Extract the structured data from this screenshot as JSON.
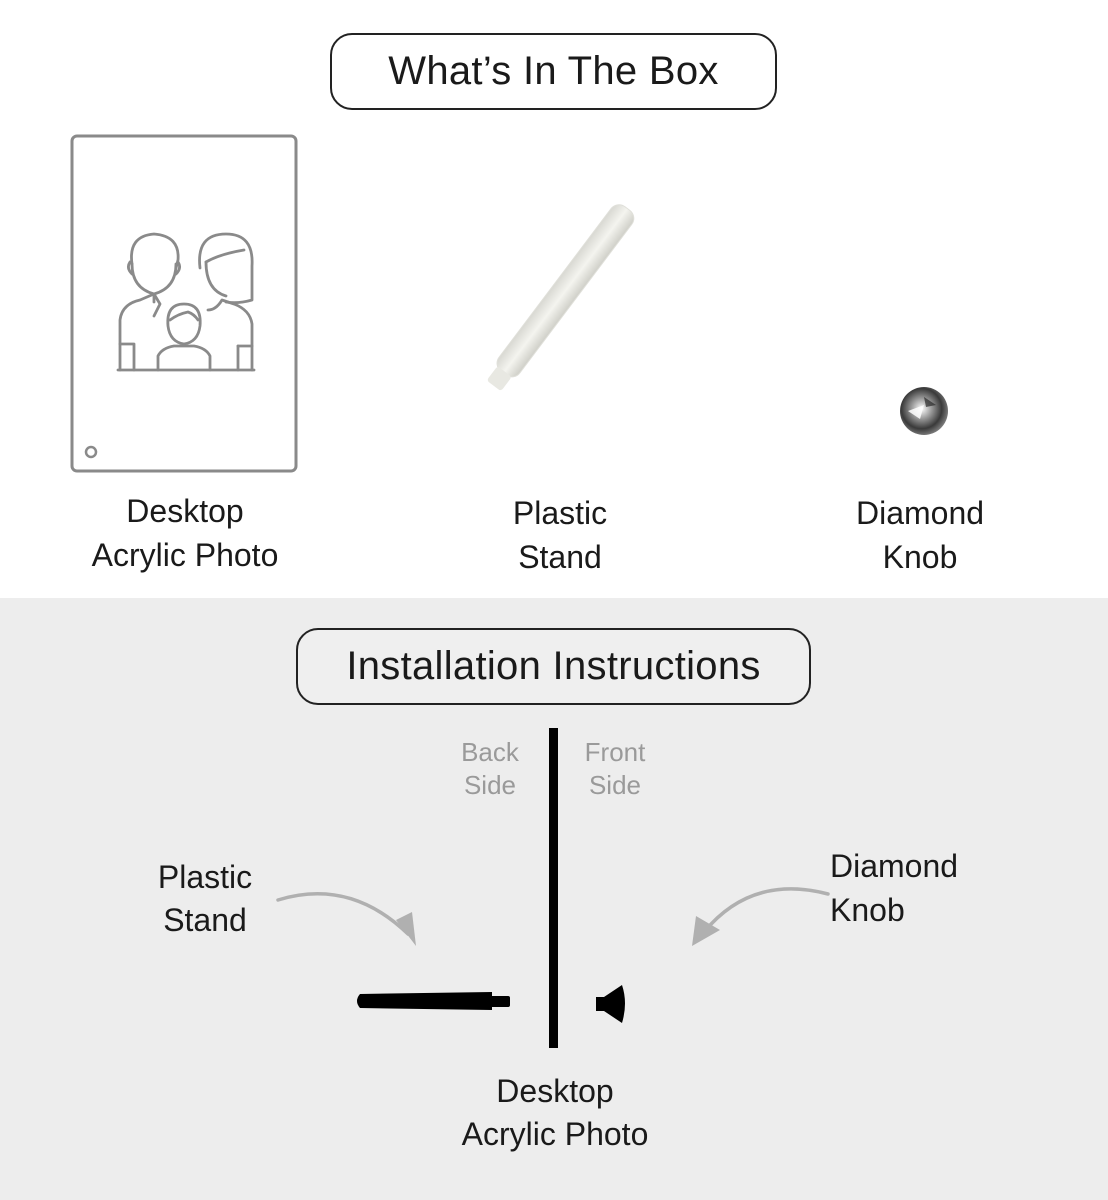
{
  "box_section": {
    "title": "What’s In The Box",
    "background": "#ffffff",
    "items": [
      {
        "line1": "Desktop",
        "line2": "Acrylic Photo",
        "icon": "acrylic-photo-family-icon"
      },
      {
        "line1": "Plastic",
        "line2": "Stand",
        "icon": "plastic-stand-icon"
      },
      {
        "line1": "Diamond",
        "line2": "Knob",
        "icon": "diamond-knob-icon"
      }
    ]
  },
  "install_section": {
    "title": "Installation Instructions",
    "background": "#ededed",
    "back_side": {
      "line1": "Back",
      "line2": "Side"
    },
    "front_side": {
      "line1": "Front",
      "line2": "Side"
    },
    "left_callout": {
      "line1": "Plastic",
      "line2": "Stand"
    },
    "right_callout": {
      "line1": "Diamond",
      "line2": "Knob"
    },
    "bottom_label": {
      "line1": "Desktop",
      "line2": "Acrylic Photo"
    },
    "arrow_color": "#b0b0b0",
    "side_label_color": "#9a9a9a"
  }
}
